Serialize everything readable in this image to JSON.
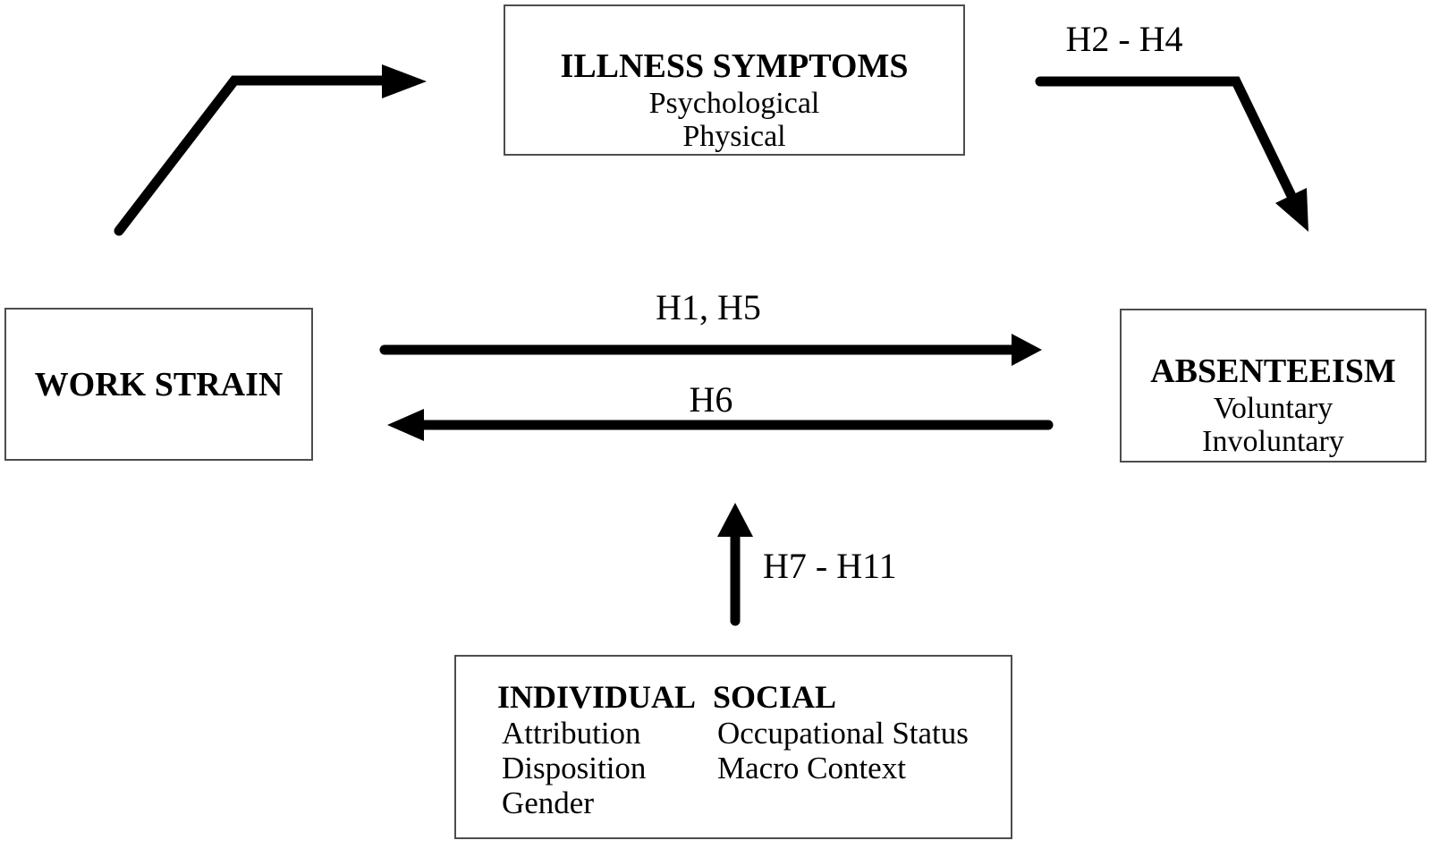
{
  "diagram": {
    "boxes": {
      "illness": {
        "title": "ILLNESS SYMPTOMS",
        "items": [
          "Psychological",
          "Physical"
        ]
      },
      "work_strain": {
        "title": "WORK STRAIN"
      },
      "absenteeism": {
        "title": "ABSENTEEISM",
        "items": [
          "Voluntary",
          "Involuntary"
        ]
      },
      "moderators": {
        "columns": [
          {
            "title": "INDIVIDUAL",
            "items": [
              "Attribution",
              "Disposition",
              "Gender"
            ]
          },
          {
            "title": "SOCIAL",
            "items": [
              "Occupational Status",
              "Macro Context"
            ]
          }
        ]
      }
    },
    "labels": {
      "h2_h4": "H2 - H4",
      "h1_h5": "H1, H5",
      "h6": "H6",
      "h7_h11": "H7 - H11"
    },
    "colors": {
      "arrow": "#000000",
      "box_border": "#4d4d4d",
      "text": "#000000",
      "background": "#ffffff"
    }
  }
}
